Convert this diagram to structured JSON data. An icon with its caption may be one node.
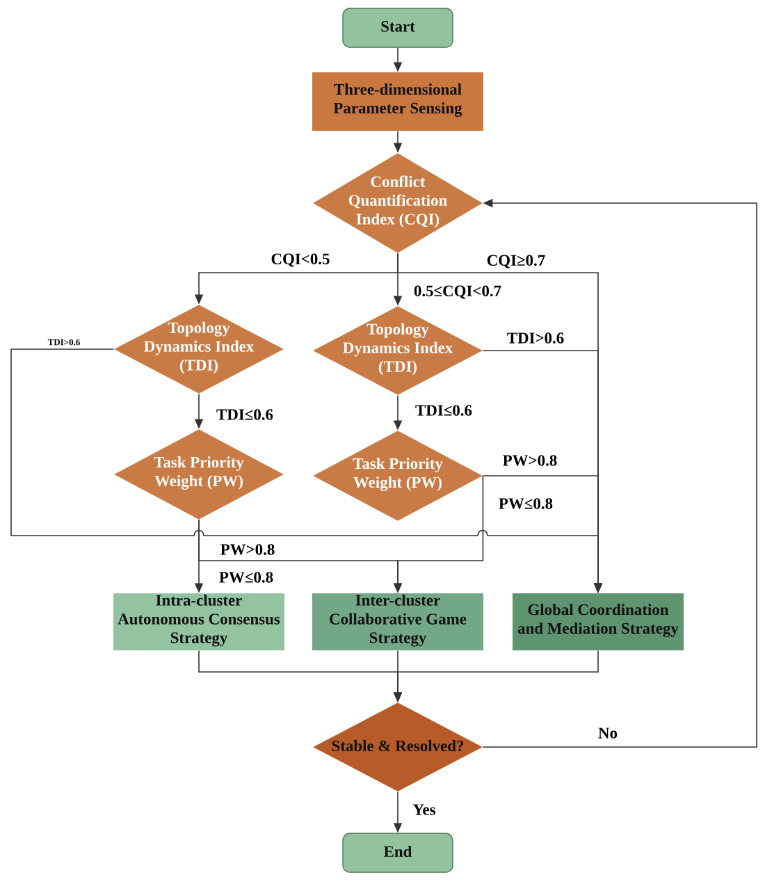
{
  "diagram": {
    "nodes": [
      {
        "text": [
          "Start"
        ]
      },
      {
        "text": [
          "Three-dimensional Parameter Sensing"
        ]
      },
      {
        "text": [
          "Conflict Quantification Index (CQI)"
        ]
      },
      {
        "text": [
          "Topology Dynamics Index (TDI)"
        ]
      },
      {
        "text": [
          "Topology Dynamics Index (TDI)"
        ]
      },
      {
        "text": [
          "Task Priority Weight (PW)"
        ]
      },
      {
        "text": [
          "Task Priority Weight (PW)"
        ]
      },
      {
        "text": [
          "Intra-cluster Autonomous Consensus Strategy"
        ]
      },
      {
        "text": [
          "Inter-cluster Collaborative Game Strategy"
        ]
      },
      {
        "text": [
          "Global Coordination and Mediation Strategy"
        ]
      },
      {
        "text": [
          "Stable & Resolved?"
        ]
      },
      {
        "text": [
          "End"
        ]
      }
    ],
    "edges": [
      {
        "from": 0,
        "to": 1,
        "arrow": "to"
      },
      {
        "from": 1,
        "to": 2,
        "arrow": "to"
      },
      {
        "from": 2,
        "to": 3,
        "arrow": "to",
        "label": "CQI<0.5"
      },
      {
        "from": 2,
        "to": 4,
        "arrow": "to",
        "label": "0.5≤CQI<0.7"
      },
      {
        "from": 2,
        "to": 9,
        "arrow": "to",
        "label": "CQI≥0.7"
      },
      {
        "from": 3,
        "to": 9,
        "arrow": "to",
        "label": "TDI>0.6"
      },
      {
        "from": 3,
        "to": 5,
        "arrow": "to",
        "label": "TDI≤0.6"
      },
      {
        "from": 4,
        "to": 9,
        "arrow": "to",
        "label": "TDI>0.6"
      },
      {
        "from": 4,
        "to": 6,
        "arrow": "to",
        "label": "TDI≤0.6"
      },
      {
        "from": 5,
        "to": 8,
        "arrow": "to",
        "label": "PW>0.8"
      },
      {
        "from": 5,
        "to": 7,
        "arrow": "to",
        "label": "PW≤0.8"
      },
      {
        "from": 6,
        "to": 9,
        "arrow": "to",
        "label": "PW>0.8"
      },
      {
        "from": 6,
        "to": 8,
        "arrow": "to",
        "label": "PW≤0.8"
      },
      {
        "from": 7,
        "to": 10,
        "arrow": "to"
      },
      {
        "from": 8,
        "to": 10,
        "arrow": "to"
      },
      {
        "from": 9,
        "to": 10,
        "arrow": "to"
      },
      {
        "from": 10,
        "to": 2,
        "arrow": "to",
        "label": "No"
      },
      {
        "from": 10,
        "to": 11,
        "arrow": "to",
        "label": "Yes"
      }
    ]
  }
}
